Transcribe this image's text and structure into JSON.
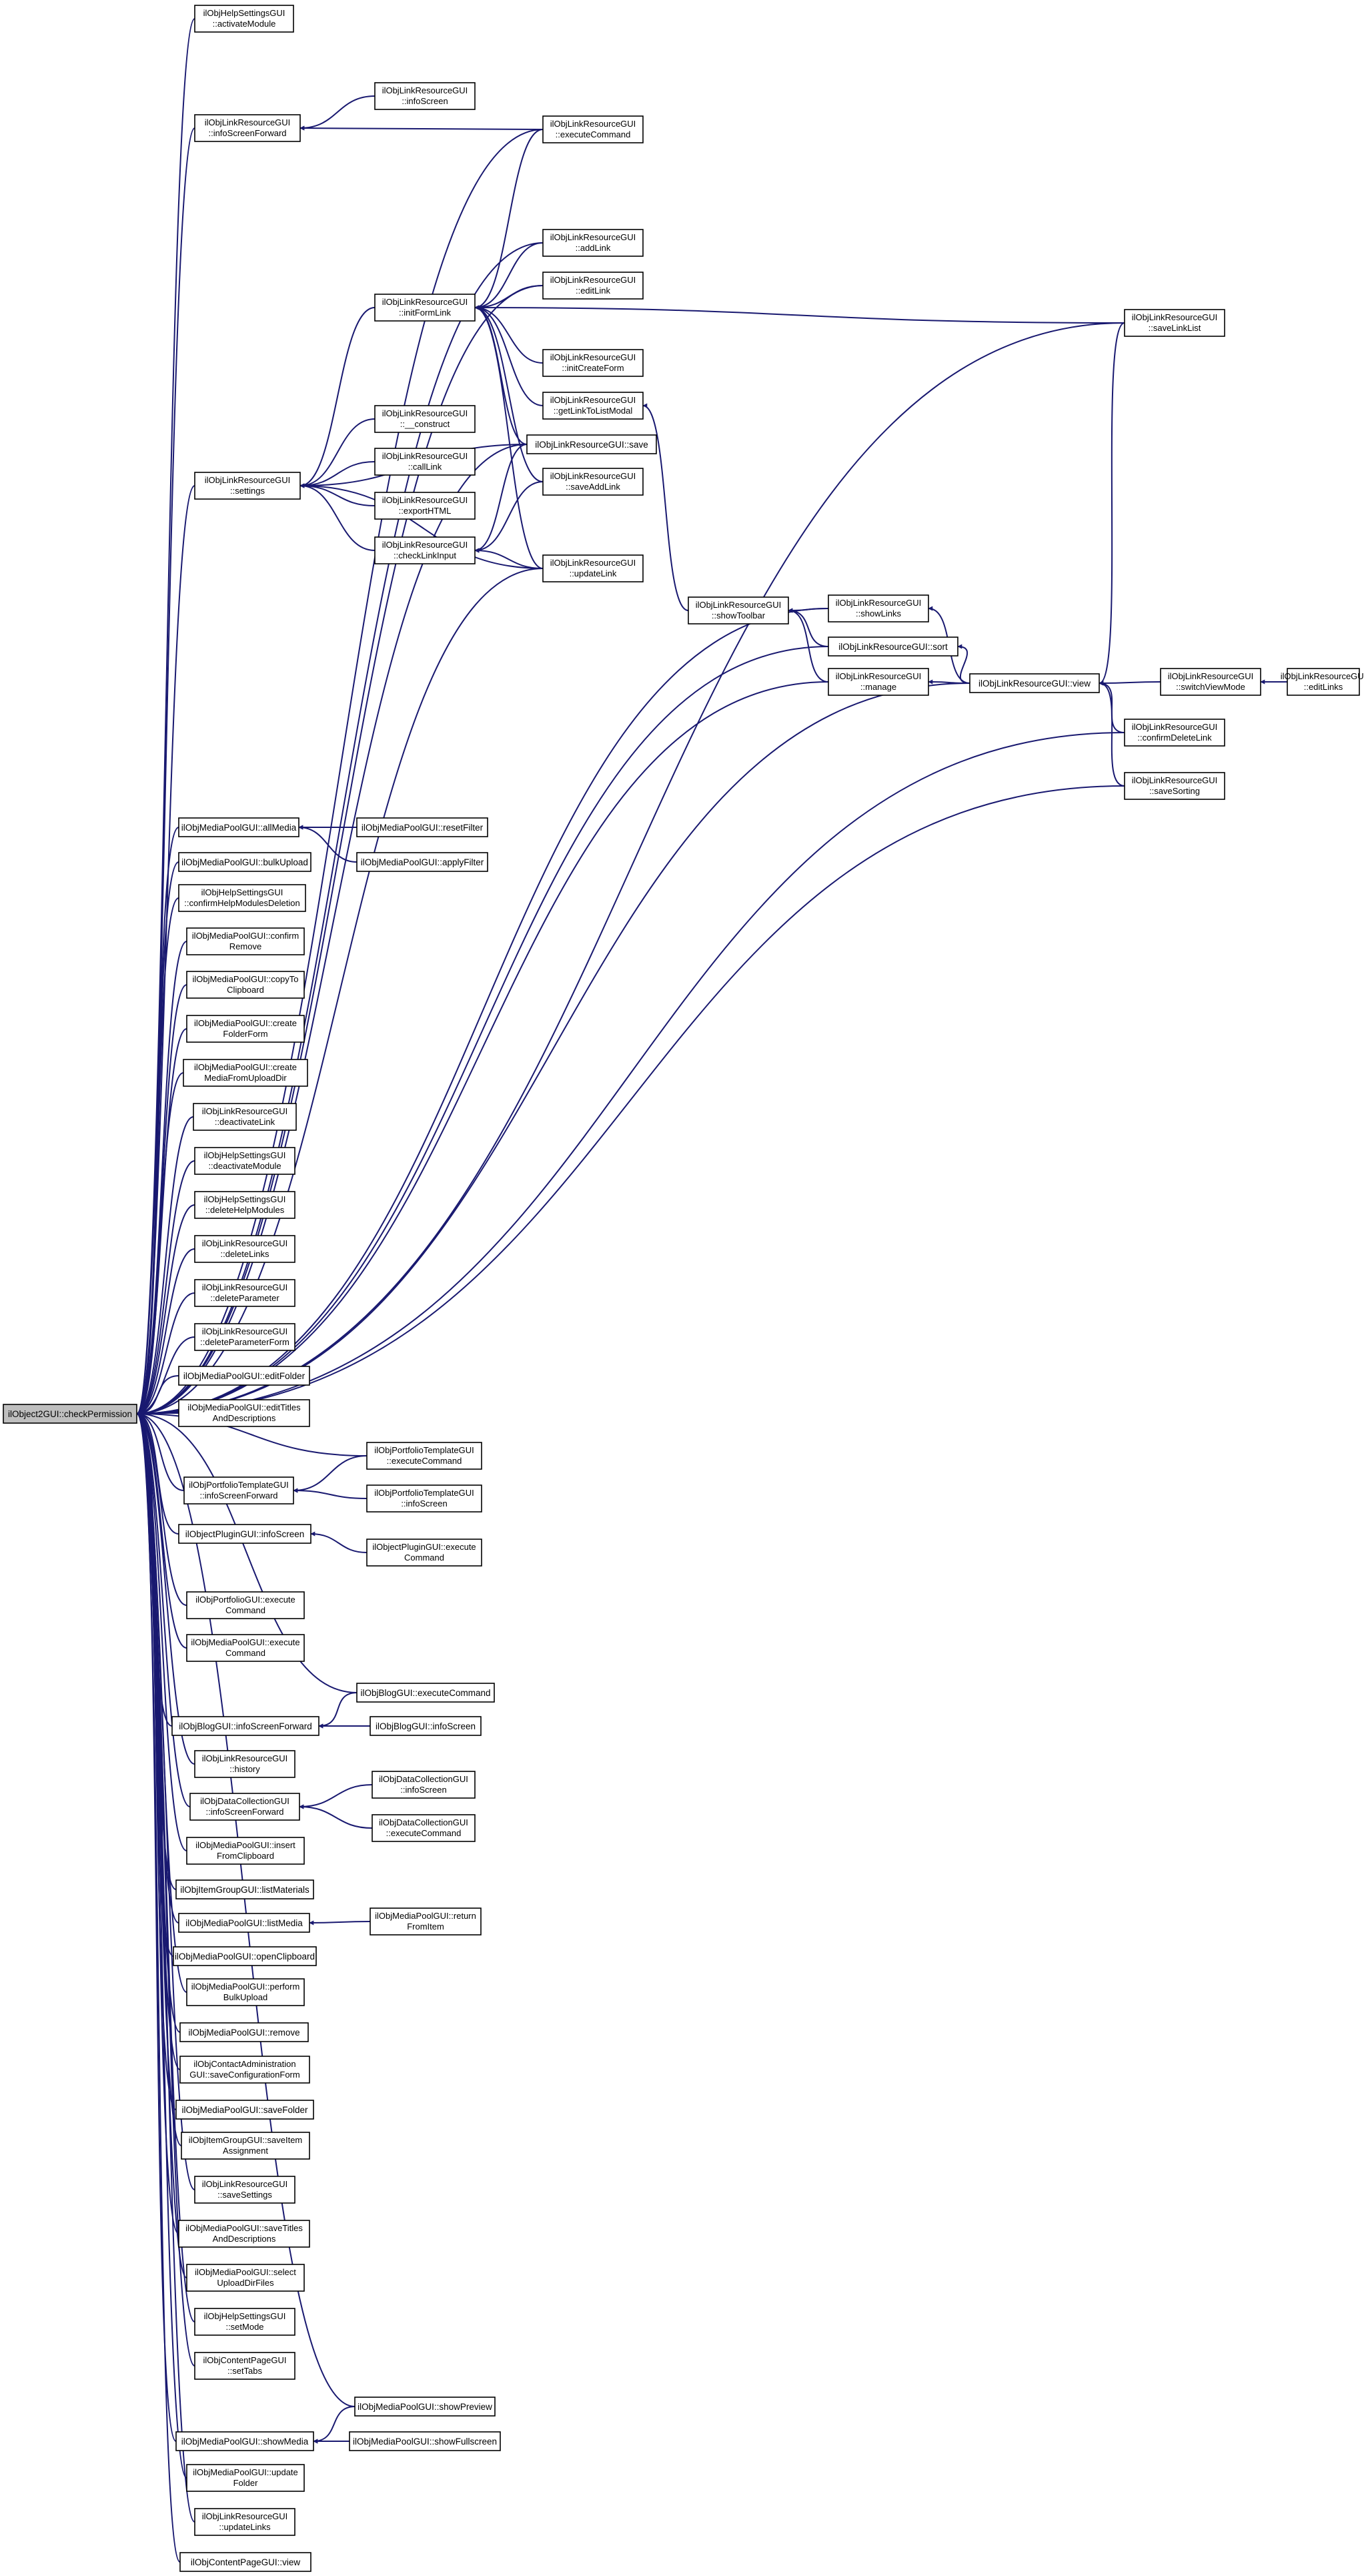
{
  "diagram": {
    "type": "call-graph",
    "root": "n_root",
    "edge_color": "#191970",
    "root_fill": "#bfbfbf",
    "node_fill": "#ffffff",
    "nodes": [
      {
        "id": "n_root",
        "label": [
          "ilObject2GUI::checkPermission"
        ]
      },
      {
        "id": "hs_activate",
        "label": [
          "ilObjHelpSettingsGUI",
          "::activateModule"
        ]
      },
      {
        "id": "lr_isf",
        "label": [
          "ilObjLinkResourceGUI",
          "::infoScreenForward"
        ]
      },
      {
        "id": "lr_info",
        "label": [
          "ilObjLinkResourceGUI",
          "::infoScreen"
        ]
      },
      {
        "id": "lr_exec",
        "label": [
          "ilObjLinkResourceGUI",
          "::executeCommand"
        ]
      },
      {
        "id": "lr_settings",
        "label": [
          "ilObjLinkResourceGUI",
          "::settings"
        ]
      },
      {
        "id": "lr_initform",
        "label": [
          "ilObjLinkResourceGUI",
          "::initFormLink"
        ]
      },
      {
        "id": "lr_addlink",
        "label": [
          "ilObjLinkResourceGUI",
          "::addLink"
        ]
      },
      {
        "id": "lr_editlink",
        "label": [
          "ilObjLinkResourceGUI",
          "::editLink"
        ]
      },
      {
        "id": "lr_initcreate",
        "label": [
          "ilObjLinkResourceGUI",
          "::initCreateForm"
        ]
      },
      {
        "id": "lr_getlink",
        "label": [
          "ilObjLinkResourceGUI",
          "::getLinkToListModal"
        ]
      },
      {
        "id": "lr_save",
        "label": [
          "ilObjLinkResourceGUI::save"
        ]
      },
      {
        "id": "lr_saveadd",
        "label": [
          "ilObjLinkResourceGUI",
          "::saveAddLink"
        ]
      },
      {
        "id": "lr_construct",
        "label": [
          "ilObjLinkResourceGUI",
          "::__construct"
        ]
      },
      {
        "id": "lr_calllink",
        "label": [
          "ilObjLinkResourceGUI",
          "::callLink"
        ]
      },
      {
        "id": "lr_export",
        "label": [
          "ilObjLinkResourceGUI",
          "::exportHTML"
        ]
      },
      {
        "id": "lr_checklink",
        "label": [
          "ilObjLinkResourceGUI",
          "::checkLinkInput"
        ]
      },
      {
        "id": "lr_update",
        "label": [
          "ilObjLinkResourceGUI",
          "::updateLink"
        ]
      },
      {
        "id": "lr_toolbar",
        "label": [
          "ilObjLinkResourceGUI",
          "::showToolbar"
        ]
      },
      {
        "id": "lr_showlinks",
        "label": [
          "ilObjLinkResourceGUI",
          "::showLinks"
        ]
      },
      {
        "id": "lr_sort",
        "label": [
          "ilObjLinkResourceGUI::sort"
        ]
      },
      {
        "id": "lr_manage",
        "label": [
          "ilObjLinkResourceGUI",
          "::manage"
        ]
      },
      {
        "id": "lr_view",
        "label": [
          "ilObjLinkResourceGUI::view"
        ]
      },
      {
        "id": "lr_savelist",
        "label": [
          "ilObjLinkResourceGUI",
          "::saveLinkList"
        ]
      },
      {
        "id": "lr_switch",
        "label": [
          "ilObjLinkResourceGUI",
          "::switchViewMode"
        ]
      },
      {
        "id": "lr_editlinks",
        "label": [
          "ilObjLinkResourceGUI",
          "::editLinks"
        ]
      },
      {
        "id": "lr_confirmdel",
        "label": [
          "ilObjLinkResourceGUI",
          "::confirmDeleteLink"
        ]
      },
      {
        "id": "lr_savesort",
        "label": [
          "ilObjLinkResourceGUI",
          "::saveSorting"
        ]
      },
      {
        "id": "mp_all",
        "label": [
          "ilObjMediaPoolGUI::allMedia"
        ]
      },
      {
        "id": "mp_reset",
        "label": [
          "ilObjMediaPoolGUI::resetFilter"
        ]
      },
      {
        "id": "mp_apply",
        "label": [
          "ilObjMediaPoolGUI::applyFilter"
        ]
      },
      {
        "id": "mp_bulk",
        "label": [
          "ilObjMediaPoolGUI::bulkUpload"
        ]
      },
      {
        "id": "hs_confirm",
        "label": [
          "ilObjHelpSettingsGUI",
          "::confirmHelpModulesDeletion"
        ]
      },
      {
        "id": "mp_confirm",
        "label": [
          "ilObjMediaPoolGUI::confirm",
          "Remove"
        ]
      },
      {
        "id": "mp_copy",
        "label": [
          "ilObjMediaPoolGUI::copyTo",
          "Clipboard"
        ]
      },
      {
        "id": "mp_createfolder",
        "label": [
          "ilObjMediaPoolGUI::create",
          "FolderForm"
        ]
      },
      {
        "id": "mp_createmedia",
        "label": [
          "ilObjMediaPoolGUI::create",
          "MediaFromUploadDir"
        ]
      },
      {
        "id": "lr_deactivate",
        "label": [
          "ilObjLinkResourceGUI",
          "::deactivateLink"
        ]
      },
      {
        "id": "hs_deactivate",
        "label": [
          "ilObjHelpSettingsGUI",
          "::deactivateModule"
        ]
      },
      {
        "id": "hs_delete",
        "label": [
          "ilObjHelpSettingsGUI",
          "::deleteHelpModules"
        ]
      },
      {
        "id": "lr_deletelinks",
        "label": [
          "ilObjLinkResourceGUI",
          "::deleteLinks"
        ]
      },
      {
        "id": "lr_deleteparam",
        "label": [
          "ilObjLinkResourceGUI",
          "::deleteParameter"
        ]
      },
      {
        "id": "lr_deleteparamform",
        "label": [
          "ilObjLinkResourceGUI",
          "::deleteParameterForm"
        ]
      },
      {
        "id": "mp_editfolder",
        "label": [
          "ilObjMediaPoolGUI::editFolder"
        ]
      },
      {
        "id": "mp_edittitles",
        "label": [
          "ilObjMediaPoolGUI::editTitles",
          "AndDescriptions"
        ]
      },
      {
        "id": "pt_exec",
        "label": [
          "ilObjPortfolioTemplateGUI",
          "::executeCommand"
        ]
      },
      {
        "id": "pt_isf",
        "label": [
          "ilObjPortfolioTemplateGUI",
          "::infoScreenForward"
        ]
      },
      {
        "id": "pt_info",
        "label": [
          "ilObjPortfolioTemplateGUI",
          "::infoScreen"
        ]
      },
      {
        "id": "op_info",
        "label": [
          "ilObjectPluginGUI::infoScreen"
        ]
      },
      {
        "id": "op_exec",
        "label": [
          "ilObjectPluginGUI::execute",
          "Command"
        ]
      },
      {
        "id": "pf_exec",
        "label": [
          "ilObjPortfolioGUI::execute",
          "Command"
        ]
      },
      {
        "id": "mp_exec",
        "label": [
          "ilObjMediaPoolGUI::execute",
          "Command"
        ]
      },
      {
        "id": "bl_exec",
        "label": [
          "ilObjBlogGUI::executeCommand"
        ]
      },
      {
        "id": "bl_isf",
        "label": [
          "ilObjBlogGUI::infoScreenForward"
        ]
      },
      {
        "id": "bl_info",
        "label": [
          "ilObjBlogGUI::infoScreen"
        ]
      },
      {
        "id": "lr_history",
        "label": [
          "ilObjLinkResourceGUI",
          "::history"
        ]
      },
      {
        "id": "dc_isf",
        "label": [
          "ilObjDataCollectionGUI",
          "::infoScreenForward"
        ]
      },
      {
        "id": "dc_info",
        "label": [
          "ilObjDataCollectionGUI",
          "::infoScreen"
        ]
      },
      {
        "id": "dc_exec",
        "label": [
          "ilObjDataCollectionGUI",
          "::executeCommand"
        ]
      },
      {
        "id": "mp_insert",
        "label": [
          "ilObjMediaPoolGUI::insert",
          "FromClipboard"
        ]
      },
      {
        "id": "ig_list",
        "label": [
          "ilObjItemGroupGUI::listMaterials"
        ]
      },
      {
        "id": "mp_listmedia",
        "label": [
          "ilObjMediaPoolGUI::listMedia"
        ]
      },
      {
        "id": "mp_return",
        "label": [
          "ilObjMediaPoolGUI::return",
          "FromItem"
        ]
      },
      {
        "id": "mp_openclip",
        "label": [
          "ilObjMediaPoolGUI::openClipboard"
        ]
      },
      {
        "id": "mp_perform",
        "label": [
          "ilObjMediaPoolGUI::perform",
          "BulkUpload"
        ]
      },
      {
        "id": "mp_remove",
        "label": [
          "ilObjMediaPoolGUI::remove"
        ]
      },
      {
        "id": "ca_save",
        "label": [
          "ilObjContactAdministration",
          "GUI::saveConfigurationForm"
        ]
      },
      {
        "id": "mp_savefolder",
        "label": [
          "ilObjMediaPoolGUI::saveFolder"
        ]
      },
      {
        "id": "ig_save",
        "label": [
          "ilObjItemGroupGUI::saveItem",
          "Assignment"
        ]
      },
      {
        "id": "lr_savesettings",
        "label": [
          "ilObjLinkResourceGUI",
          "::saveSettings"
        ]
      },
      {
        "id": "mp_savetitles",
        "label": [
          "ilObjMediaPoolGUI::saveTitles",
          "AndDescriptions"
        ]
      },
      {
        "id": "mp_select",
        "label": [
          "ilObjMediaPoolGUI::select",
          "UploadDirFiles"
        ]
      },
      {
        "id": "hs_setmode",
        "label": [
          "ilObjHelpSettingsGUI",
          "::setMode"
        ]
      },
      {
        "id": "cp_settabs",
        "label": [
          "ilObjContentPageGUI",
          "::setTabs"
        ]
      },
      {
        "id": "mp_preview",
        "label": [
          "ilObjMediaPoolGUI::showPreview"
        ]
      },
      {
        "id": "mp_showmedia",
        "label": [
          "ilObjMediaPoolGUI::showMedia"
        ]
      },
      {
        "id": "mp_fullscreen",
        "label": [
          "ilObjMediaPoolGUI::showFullscreen"
        ]
      },
      {
        "id": "mp_updatefolder",
        "label": [
          "ilObjMediaPoolGUI::update",
          "Folder"
        ]
      },
      {
        "id": "lr_updatelinks",
        "label": [
          "ilObjLinkResourceGUI",
          "::updateLinks"
        ]
      },
      {
        "id": "cp_view",
        "label": [
          "ilObjContentPageGUI::view"
        ]
      }
    ],
    "edges": [
      [
        "hs_activate",
        "n_root"
      ],
      [
        "lr_isf",
        "n_root"
      ],
      [
        "lr_exec",
        "n_root"
      ],
      [
        "lr_savelist",
        "n_root"
      ],
      [
        "lr_addlink",
        "n_root"
      ],
      [
        "lr_editlink",
        "n_root"
      ],
      [
        "lr_settings",
        "n_root"
      ],
      [
        "lr_save",
        "n_root"
      ],
      [
        "lr_update",
        "n_root"
      ],
      [
        "lr_showlinks",
        "n_root"
      ],
      [
        "lr_sort",
        "n_root"
      ],
      [
        "lr_manage",
        "n_root"
      ],
      [
        "lr_view",
        "n_root"
      ],
      [
        "lr_confirmdel",
        "n_root"
      ],
      [
        "lr_savesort",
        "n_root"
      ],
      [
        "lr_info",
        "lr_isf"
      ],
      [
        "lr_exec",
        "lr_isf"
      ],
      [
        "lr_exec",
        "lr_initform"
      ],
      [
        "lr_addlink",
        "lr_initform"
      ],
      [
        "lr_editlink",
        "lr_initform"
      ],
      [
        "lr_savelist",
        "lr_initform"
      ],
      [
        "lr_initcreate",
        "lr_initform"
      ],
      [
        "lr_getlink",
        "lr_initform"
      ],
      [
        "lr_save",
        "lr_initform"
      ],
      [
        "lr_saveadd",
        "lr_initform"
      ],
      [
        "lr_update",
        "lr_initform"
      ],
      [
        "lr_initform",
        "lr_settings"
      ],
      [
        "lr_construct",
        "lr_settings"
      ],
      [
        "lr_calllink",
        "lr_settings"
      ],
      [
        "lr_export",
        "lr_settings"
      ],
      [
        "lr_checklink",
        "lr_settings"
      ],
      [
        "lr_save",
        "lr_settings"
      ],
      [
        "lr_update",
        "lr_settings"
      ],
      [
        "lr_save",
        "lr_checklink"
      ],
      [
        "lr_saveadd",
        "lr_checklink"
      ],
      [
        "lr_update",
        "lr_checklink"
      ],
      [
        "lr_toolbar",
        "lr_getlink"
      ],
      [
        "lr_showlinks",
        "lr_toolbar"
      ],
      [
        "lr_sort",
        "lr_toolbar"
      ],
      [
        "lr_manage",
        "lr_toolbar"
      ],
      [
        "lr_view",
        "lr_showlinks"
      ],
      [
        "lr_view",
        "lr_sort"
      ],
      [
        "lr_view",
        "lr_manage"
      ],
      [
        "lr_switch",
        "lr_view"
      ],
      [
        "lr_savelist",
        "lr_view"
      ],
      [
        "lr_confirmdel",
        "lr_view"
      ],
      [
        "lr_savesort",
        "lr_view"
      ],
      [
        "lr_editlinks",
        "lr_switch"
      ],
      [
        "mp_all",
        "n_root"
      ],
      [
        "mp_reset",
        "mp_all"
      ],
      [
        "mp_apply",
        "mp_all"
      ],
      [
        "mp_bulk",
        "n_root"
      ],
      [
        "hs_confirm",
        "n_root"
      ],
      [
        "mp_confirm",
        "n_root"
      ],
      [
        "mp_copy",
        "n_root"
      ],
      [
        "mp_createfolder",
        "n_root"
      ],
      [
        "mp_createmedia",
        "n_root"
      ],
      [
        "lr_deactivate",
        "n_root"
      ],
      [
        "hs_deactivate",
        "n_root"
      ],
      [
        "hs_delete",
        "n_root"
      ],
      [
        "lr_deletelinks",
        "n_root"
      ],
      [
        "lr_deleteparam",
        "n_root"
      ],
      [
        "lr_deleteparamform",
        "n_root"
      ],
      [
        "mp_editfolder",
        "n_root"
      ],
      [
        "mp_edittitles",
        "n_root"
      ],
      [
        "pt_exec",
        "n_root"
      ],
      [
        "pt_isf",
        "n_root"
      ],
      [
        "pt_exec",
        "pt_isf"
      ],
      [
        "pt_info",
        "pt_isf"
      ],
      [
        "op_info",
        "n_root"
      ],
      [
        "op_exec",
        "op_info"
      ],
      [
        "pf_exec",
        "n_root"
      ],
      [
        "mp_exec",
        "n_root"
      ],
      [
        "bl_exec",
        "n_root"
      ],
      [
        "bl_isf",
        "n_root"
      ],
      [
        "bl_exec",
        "bl_isf"
      ],
      [
        "bl_info",
        "bl_isf"
      ],
      [
        "lr_history",
        "n_root"
      ],
      [
        "dc_isf",
        "n_root"
      ],
      [
        "dc_info",
        "dc_isf"
      ],
      [
        "dc_exec",
        "dc_isf"
      ],
      [
        "mp_insert",
        "n_root"
      ],
      [
        "ig_list",
        "n_root"
      ],
      [
        "mp_listmedia",
        "n_root"
      ],
      [
        "mp_return",
        "mp_listmedia"
      ],
      [
        "mp_openclip",
        "n_root"
      ],
      [
        "mp_perform",
        "n_root"
      ],
      [
        "mp_remove",
        "n_root"
      ],
      [
        "ca_save",
        "n_root"
      ],
      [
        "mp_savefolder",
        "n_root"
      ],
      [
        "ig_save",
        "n_root"
      ],
      [
        "lr_savesettings",
        "n_root"
      ],
      [
        "mp_savetitles",
        "n_root"
      ],
      [
        "mp_select",
        "n_root"
      ],
      [
        "hs_setmode",
        "n_root"
      ],
      [
        "cp_settabs",
        "n_root"
      ],
      [
        "mp_preview",
        "n_root"
      ],
      [
        "mp_showmedia",
        "n_root"
      ],
      [
        "mp_preview",
        "mp_showmedia"
      ],
      [
        "mp_fullscreen",
        "mp_showmedia"
      ],
      [
        "mp_updatefolder",
        "n_root"
      ],
      [
        "lr_updatelinks",
        "n_root"
      ],
      [
        "cp_view",
        "n_root"
      ]
    ]
  }
}
